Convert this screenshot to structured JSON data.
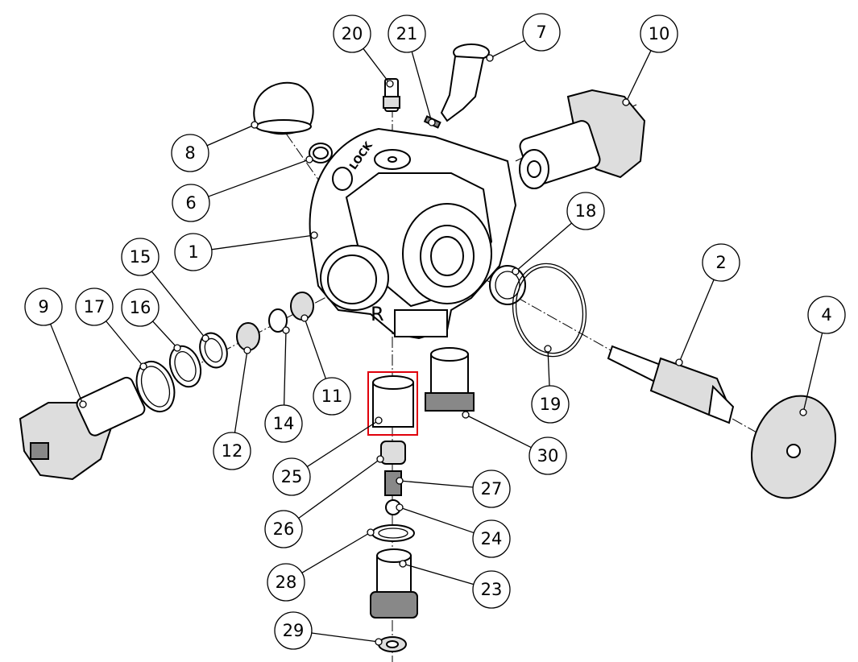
{
  "diagram": {
    "type": "exploded-parts-diagram",
    "body_markings": {
      "lock": "LOCK",
      "side": "R"
    },
    "callouts": [
      "20",
      "21",
      "7",
      "10",
      "8",
      "6",
      "1",
      "15",
      "18",
      "2",
      "9",
      "17",
      "16",
      "4",
      "11",
      "19",
      "14",
      "12",
      "30",
      "25",
      "27",
      "26",
      "24",
      "28",
      "23",
      "29"
    ],
    "highlighted_part": "25",
    "highlight_color": "#e0000b"
  }
}
